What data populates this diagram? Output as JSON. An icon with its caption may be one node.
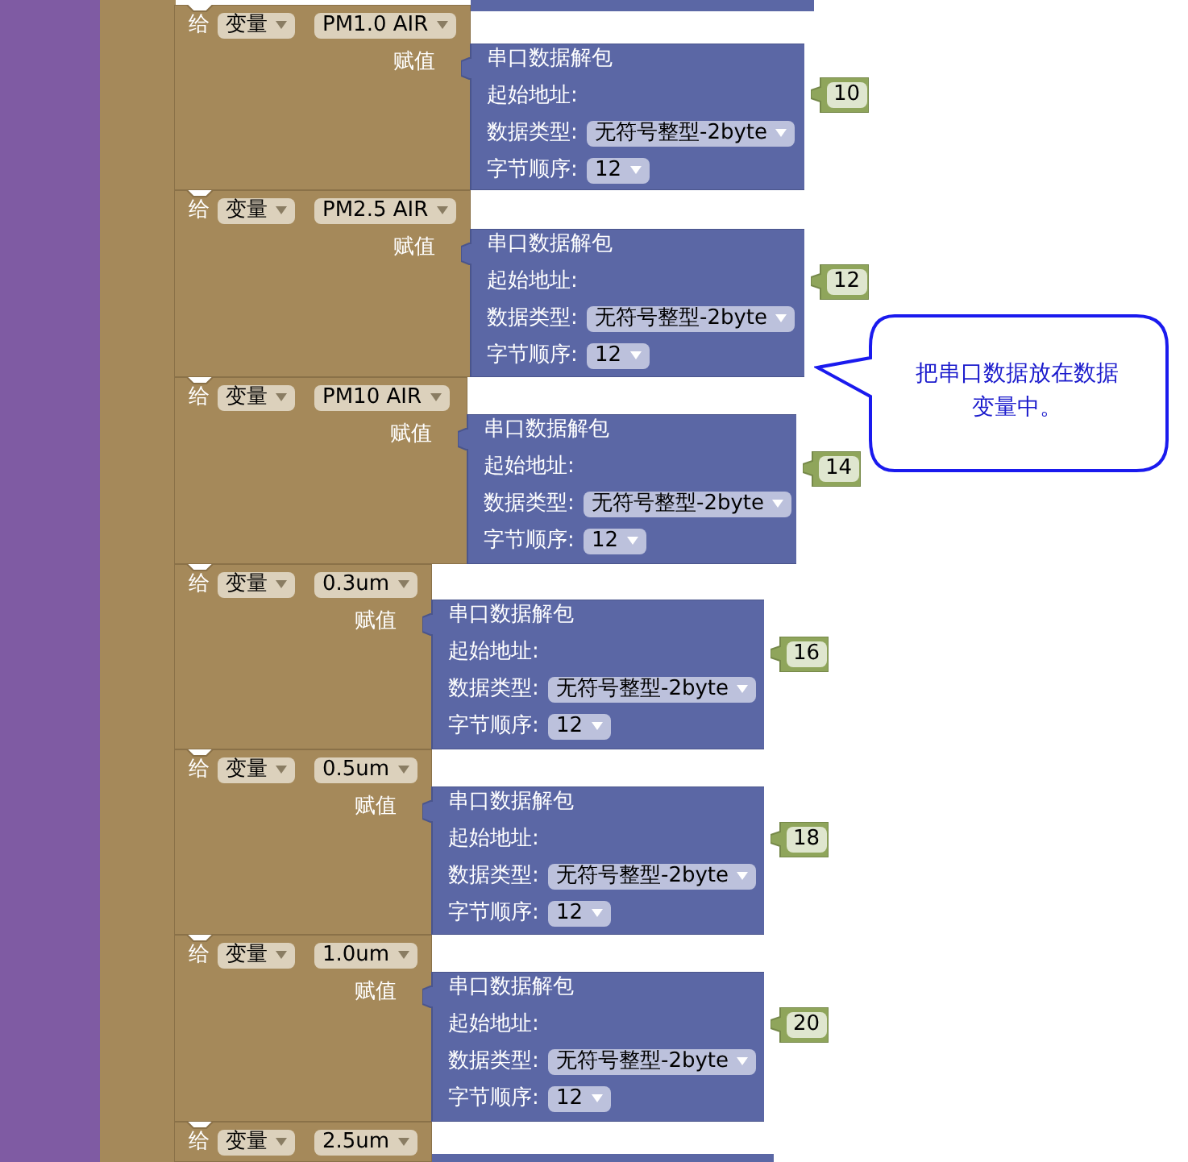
{
  "diagram": {
    "nodes": [
      {
        "text": [],
        "shape": "box"
      },
      {
        "text": [
          "给",
          "变量",
          "PM1.0 AIR",
          "赋值"
        ]
      },
      {
        "text": [
          "串口数据解包",
          "起始地址:",
          "数据类型:",
          "无符号整型-2byte",
          "字节顺序:",
          "12"
        ]
      },
      {
        "text": [
          "10"
        ]
      },
      {
        "text": [
          "给",
          "变量",
          "PM2.5 AIR",
          "赋值"
        ]
      },
      {
        "text": [
          "串口数据解包",
          "起始地址:",
          "数据类型:",
          "无符号整型-2byte",
          "字节顺序:",
          "12"
        ]
      },
      {
        "text": [
          "12"
        ]
      },
      {
        "text": [
          "把串口数据放在数据变量中。"
        ]
      },
      {
        "text": [
          "给",
          "变量",
          "PM10 AIR",
          "赋值"
        ]
      },
      {
        "text": [
          "串口数据解包",
          "起始地址:",
          "数据类型:",
          "无符号整型-2byte",
          "字节顺序:",
          "12"
        ]
      },
      {
        "text": [
          "14"
        ]
      },
      {
        "text": [
          "给",
          "变量",
          "0.3um",
          "赋值"
        ]
      },
      {
        "text": [
          "串口数据解包",
          "起始地址:",
          "数据类型:",
          "无符号整型-2byte",
          "字节顺序:",
          "12"
        ]
      },
      {
        "text": [
          "16"
        ]
      },
      {
        "text": [
          "给",
          "变量",
          "0.5um",
          "赋值"
        ]
      },
      {
        "text": [
          "串口数据解包",
          "起始地址:",
          "数据类型:",
          "无符号整型-2byte",
          "字节顺序:",
          "12"
        ]
      },
      {
        "text": [
          "18"
        ]
      },
      {
        "text": [
          "给",
          "变量",
          "1.0um",
          "赋值"
        ]
      },
      {
        "text": [
          "串口数据解包",
          "起始地址:",
          "数据类型:",
          "无符号整型-2byte",
          "字节顺序:",
          "12"
        ]
      },
      {
        "text": [
          "20"
        ]
      },
      {
        "text": [
          "给",
          "变量",
          "2.5um"
        ]
      },
      {
        "text": [],
        "shape": "box"
      }
    ]
  }
}
